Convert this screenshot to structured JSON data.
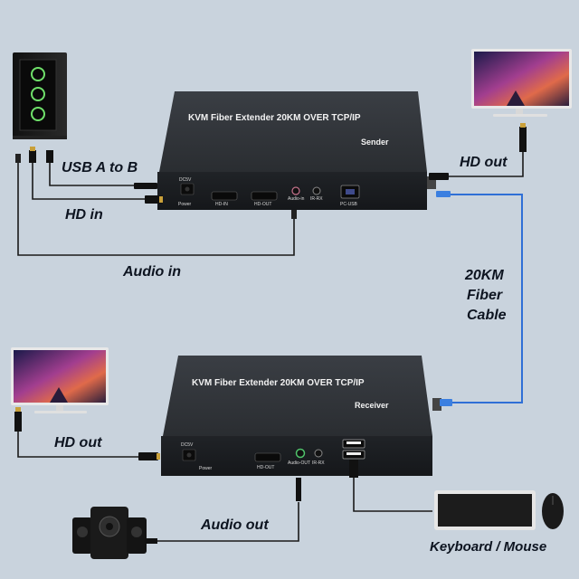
{
  "sender": {
    "title": "KVM Fiber Extender 20KM OVER TCP/IP",
    "role": "Sender",
    "ports": {
      "dc": "DC5V",
      "power": "Power",
      "hd_in": "HD-IN",
      "hd_out": "HD-OUT",
      "audio_in": "Audio-in",
      "ir_rx": "IR-RX",
      "pc_usb": "PC-USB"
    }
  },
  "receiver": {
    "title": "KVM Fiber Extender 20KM OVER TCP/IP",
    "role": "Receiver",
    "ports": {
      "dc": "DC5V",
      "power": "Power",
      "hd_out": "HD-OUT",
      "audio_out": "Audio-OUT",
      "ir_rx": "IR-RX"
    }
  },
  "labels": {
    "usb_a_to_b": "USB A to B",
    "hd_in": "HD in",
    "audio_in": "Audio in",
    "hd_out_top": "HD out",
    "fiber_line1": "20KM",
    "fiber_line2": "Fiber",
    "fiber_line3": "Cable",
    "hd_out_bottom": "HD out",
    "audio_out": "Audio out",
    "keyboard_mouse": "Keyboard / Mouse"
  },
  "colors": {
    "background": "#c9d3dd",
    "device_body": "#1f2226",
    "fiber": "#2f6fd6",
    "cable": "#1a1a1a"
  }
}
